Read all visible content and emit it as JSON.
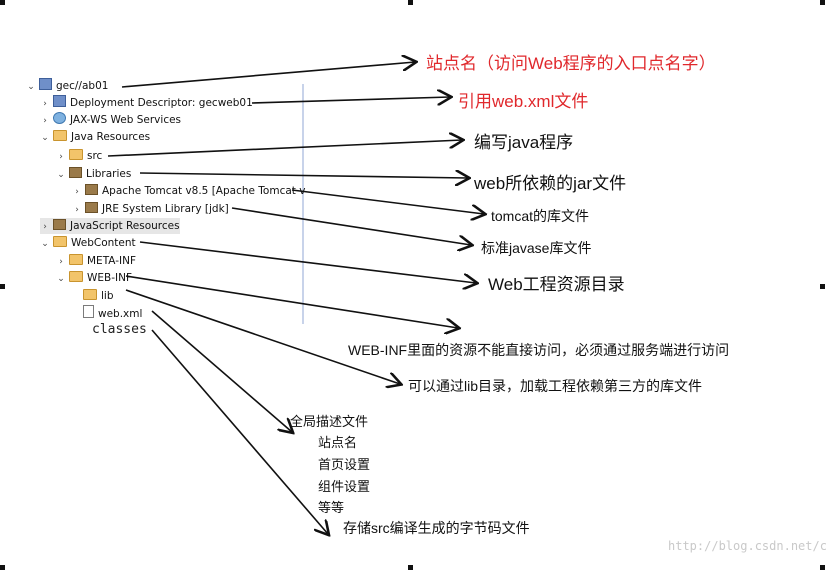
{
  "tree": [
    {
      "label": "gec//ab01",
      "twisty": "⌄",
      "icon": "project-icon",
      "depth": 0
    },
    {
      "label": "Deployment Descriptor: gecweb01",
      "twisty": "›",
      "icon": "descriptor-icon",
      "depth": 1
    },
    {
      "label": "JAX-WS Web Services",
      "twisty": "›",
      "icon": "web-services-icon",
      "depth": 1
    },
    {
      "label": "Java Resources",
      "twisty": "⌄",
      "icon": "java-resources-icon",
      "depth": 1
    },
    {
      "label": "src",
      "twisty": "›",
      "icon": "source-folder-icon",
      "depth": 2
    },
    {
      "label": "Libraries",
      "twisty": "⌄",
      "icon": "libraries-icon",
      "depth": 2
    },
    {
      "label": "Apache Tomcat v8.5 [Apache Tomcat v",
      "twisty": "›",
      "icon": "jar-icon",
      "depth": 3
    },
    {
      "label": "JRE System Library [jdk]",
      "twisty": "›",
      "icon": "jar-icon",
      "depth": 3
    },
    {
      "label": "JavaScript Resources",
      "twisty": "›",
      "icon": "javascript-icon",
      "depth": 1
    },
    {
      "label": "WebContent",
      "twisty": "⌄",
      "icon": "folder-icon",
      "depth": 1
    },
    {
      "label": "META-INF",
      "twisty": "›",
      "icon": "folder-icon",
      "depth": 2
    },
    {
      "label": "WEB-INF",
      "twisty": "⌄",
      "icon": "folder-icon",
      "depth": 2
    },
    {
      "label": "lib",
      "twisty": "",
      "icon": "folder-icon",
      "depth": 3
    },
    {
      "label": "web.xml",
      "twisty": "",
      "icon": "file-icon",
      "depth": 3
    }
  ],
  "classes_label": "classes",
  "annotations": {
    "site_name": "站点名（访问Web程序的入口点名字）",
    "web_xml": "引用web.xml文件",
    "java_program": "编写java程序",
    "jar_files": "web所依赖的jar文件",
    "tomcat_lib": "tomcat的库文件",
    "javase_lib": "标准javase库文件",
    "web_resources": "Web工程资源目录",
    "web_inf": "WEB-INF里面的资源不能直接访问，必须通过服务端进行访问",
    "lib_dir": "可以通过lib目录，加载工程依赖第三方的库文件",
    "global_desc": "全局描述文件",
    "desc_items": [
      "站点名",
      "首页设置",
      "组件设置",
      "等等"
    ],
    "classes_desc": "存储src编译生成的字节码文件"
  },
  "watermark": "http://blog.csdn.net/c",
  "colors": {
    "red": "#e0282c",
    "text": "#111111",
    "highlight": "#e6e6e6"
  }
}
